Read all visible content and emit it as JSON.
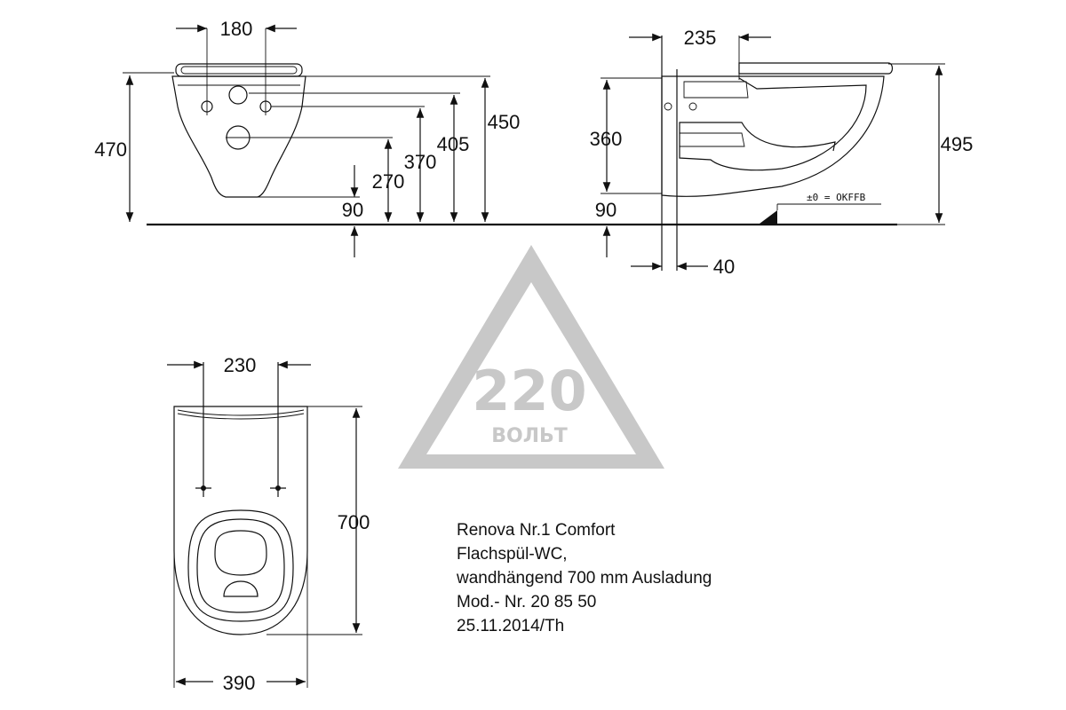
{
  "front_view": {
    "dims": {
      "width_top": "180",
      "height_left": "470",
      "h450": "450",
      "h405": "405",
      "h370": "370",
      "h270": "270",
      "h90": "90"
    }
  },
  "side_view": {
    "dims": {
      "depth_top": "235",
      "h360": "360",
      "h90": "90",
      "h495": "495",
      "offset_40": "40"
    },
    "floor_label": "±0 = OKFFB"
  },
  "top_view": {
    "dims": {
      "width_230": "230",
      "length_700": "700",
      "width_390": "390"
    }
  },
  "caption": {
    "line1": "Renova Nr.1 Comfort",
    "line2": "Flachspül-WC,",
    "line3": "wandhängend 700 mm Ausladung",
    "line4": "Mod.- Nr. 20 85 50",
    "line5": "25.11.2014/Th"
  },
  "watermark": {
    "number": "220",
    "word": "ВОЛЬТ"
  },
  "colors": {
    "line": "#111111",
    "watermark": "#c8c8c8"
  }
}
